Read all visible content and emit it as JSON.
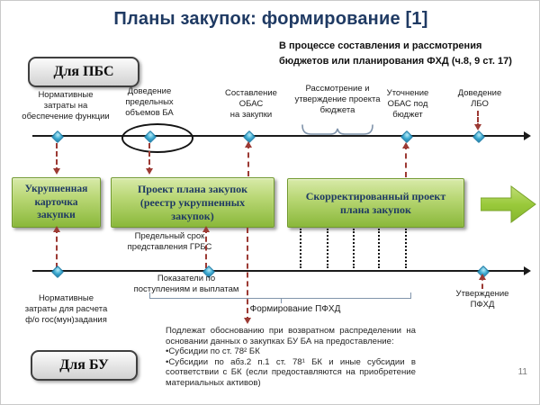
{
  "title": "Планы закупок: формирование [1]",
  "header_note": "В процессе составления и рассмотрения\nбюджетов или планирования ФХД (ч.8, 9 ст. 17)",
  "groups": {
    "pbs": "Для ПБС",
    "bu": "Для БУ"
  },
  "timeline_top": {
    "milestones": [
      {
        "label": "Нормативные\nзатраты на\nобеспечение функции"
      },
      {
        "label": "Доведение\nпредельных\nобъемов БА",
        "emphasis": "circled"
      },
      {
        "label": "Составление\nОБАС\nна закупки"
      },
      {
        "label": "Рассмотрение и\nутверждение проекта\nбюджета",
        "emphasis": "brace"
      },
      {
        "label": "Уточнение\nОБАС под\nбюджет"
      },
      {
        "label": "Доведение\nЛБО"
      }
    ]
  },
  "timeline_bottom": {
    "milestones": [
      {
        "label": "Нормативные\nзатраты для расчета\nф/о гос(мун)задания"
      },
      {
        "label": "Показатели по\nпоступлениям и выплатам"
      },
      {
        "label": "Утверждение\nПФХД"
      }
    ],
    "phase_label": "Формирование ПФХД"
  },
  "process_boxes": [
    {
      "label": "Укрупненная\nкарточка\nзакупки"
    },
    {
      "label": "Проект плана закупок\n(реестр укрупненных\nзакупок)"
    },
    {
      "label": "Скорректированный проект\nплана закупок"
    }
  ],
  "deadline_note": "Предельный срок\nпредставления ГРБС",
  "justification_note": {
    "intro": "Подлежат обоснованию при возвратном распределении на основании данных о закупках БУ БА на предоставление:",
    "bullet1": "•Субсидии по ст. 78² БК",
    "bullet2": "•Субсидии по абз.2 п.1 ст. 78¹ БК и иные субсидии в соответствии с БК (если предоставляются на приобретение материальных активов)"
  },
  "page_number": "11",
  "colors": {
    "title": "#1f3a63",
    "arrow_red": "#9c3a34",
    "marker_teal": "#3aa9d0",
    "box_green_top": "#b9d775",
    "box_green_bottom": "#8ab83a",
    "accent_green": "#9aca3b",
    "bracket": "#8094ab"
  }
}
